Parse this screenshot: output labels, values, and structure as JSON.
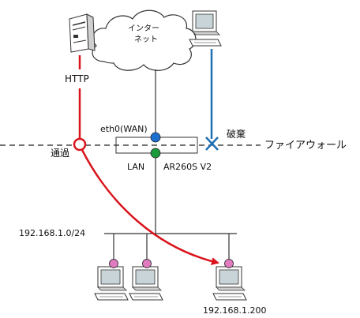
{
  "labels": {
    "internet_line1": "インター",
    "internet_line2": "ネット",
    "http": "HTTP",
    "eth0": "eth0(WAN)",
    "discard": "破棄",
    "firewall": "ファイアウォール",
    "pass": "通過",
    "lan": "LAN",
    "router_model": "AR260S V2",
    "subnet": "192.168.1.0/24",
    "target_host": "192.168.1.200"
  },
  "colors": {
    "http_path": "#d9141c",
    "discard_path": "#1f6fb3",
    "wan_port": "#1b6fcf",
    "lan_port": "#1a9a3a",
    "host_port": "#e07bc0",
    "line": "#333333"
  }
}
